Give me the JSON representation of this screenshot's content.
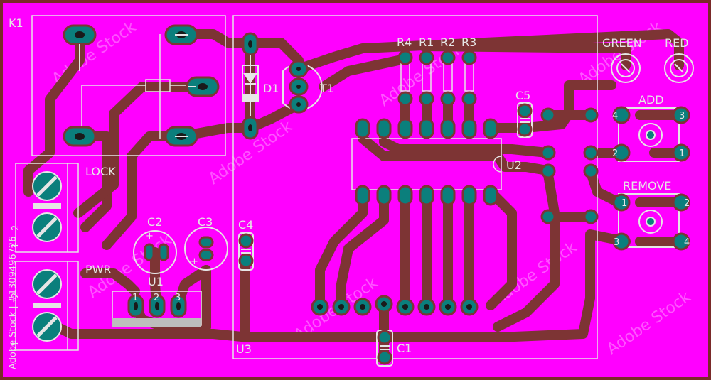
{
  "colors": {
    "board": "#ff00ff",
    "border": "#7a2a2a",
    "trace": "#7d3434",
    "pad": "#0b7f7c",
    "silk": "#e6e6e6",
    "silk_dark": "#bdbdbd"
  },
  "labels": {
    "k1": "K1",
    "lock": "LOCK",
    "pwr": "PWR",
    "d1": "D1",
    "t1": "T1",
    "r4": "R4",
    "r1": "R1",
    "r2": "R2",
    "r3": "R3",
    "c5": "C5",
    "u2": "U2",
    "green": "GREEN",
    "red": "RED",
    "add": "ADD",
    "remove": "REMOVE",
    "c2": "C2",
    "c3": "C3",
    "c4": "C4",
    "u1": "U1",
    "u3": "U3",
    "c1": "C1",
    "sw_add_4": "4",
    "sw_add_3": "3",
    "sw_add_2": "2",
    "sw_add_1": "1",
    "sw_rem_1": "1",
    "sw_rem_2": "2",
    "sw_rem_3": "3",
    "sw_rem_4": "4",
    "term_lock_1": "1",
    "term_lock_2": "2",
    "term_pwr_1": "1",
    "term_pwr_2": "2",
    "u1_pin_1": "1",
    "u1_pin_2": "2",
    "u1_pin_3": "3",
    "plus_c2": "+",
    "plus_c3": "+"
  },
  "watermark": {
    "side_text": "Adobe Stock | #1309496726",
    "tile_text": "Adobe Stock"
  }
}
